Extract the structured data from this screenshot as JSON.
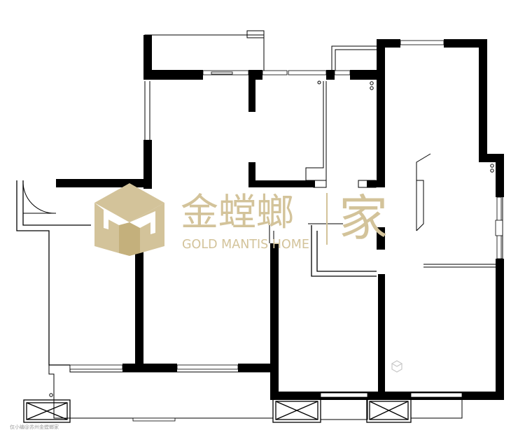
{
  "watermark": {
    "brand_cn": "金螳螂",
    "brand_cn_suffix": "家",
    "brand_en": "GOLD MANTIS HOME",
    "color": "#d3c39a"
  },
  "footer_credit": "仅小编@苏州金螳螂家",
  "colors": {
    "wall": "#000000",
    "background": "#ffffff"
  }
}
